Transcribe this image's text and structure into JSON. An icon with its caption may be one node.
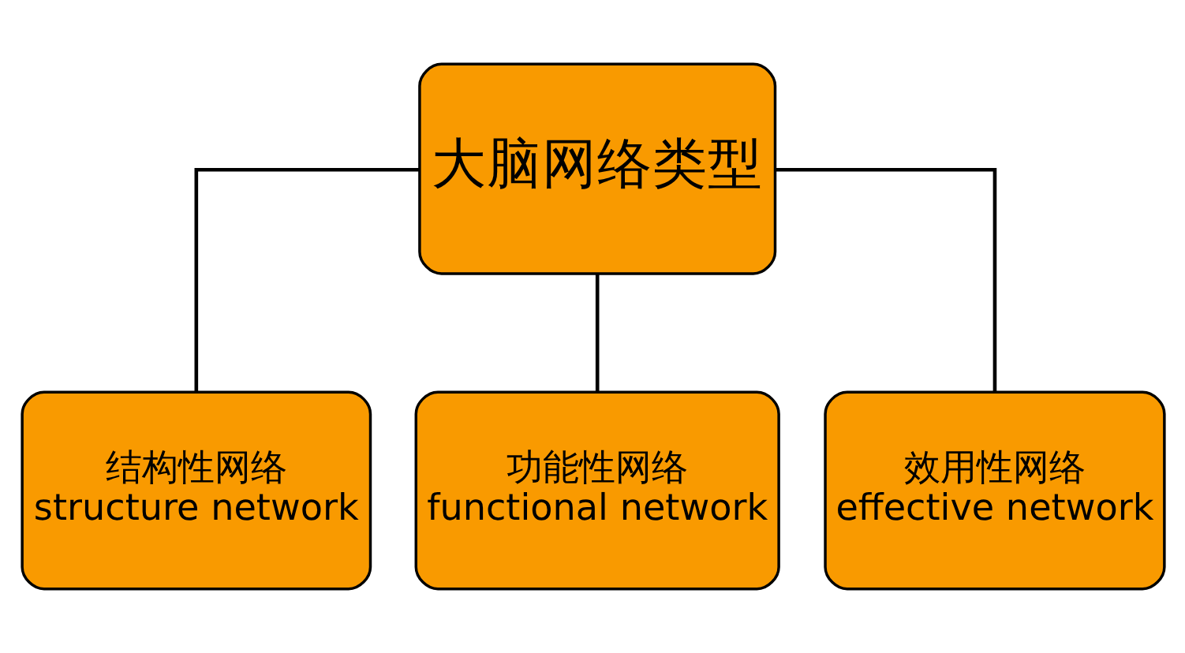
{
  "diagram": {
    "nodes": [
      {
        "text": [
          "大脑网络类型"
        ]
      },
      {
        "text": [
          "结构性网络",
          "structure network"
        ]
      },
      {
        "text": [
          "功能性网络",
          "functional network"
        ]
      },
      {
        "text": [
          "效用性网络",
          "effective network"
        ]
      }
    ],
    "edges": [
      {
        "from": 0,
        "to": 1,
        "arrow": "none"
      },
      {
        "from": 0,
        "to": 2,
        "arrow": "none"
      },
      {
        "from": 0,
        "to": 3,
        "arrow": "none"
      }
    ]
  }
}
